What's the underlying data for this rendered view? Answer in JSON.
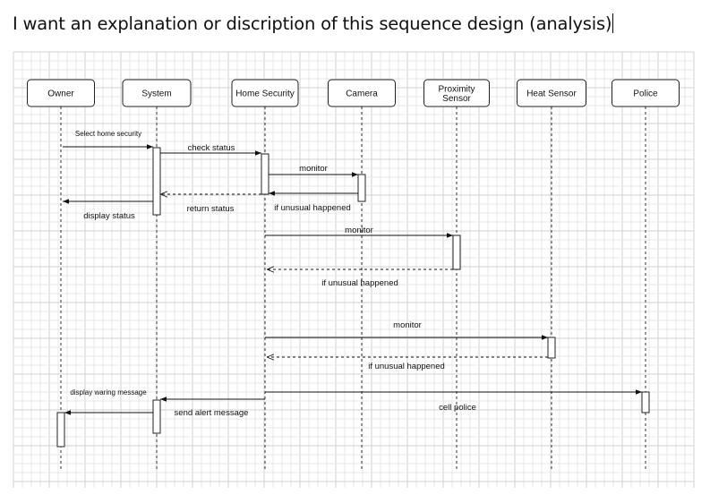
{
  "question": "I want an explanation or discription of this sequence design (analysis)",
  "actors": [
    {
      "name": "Owner"
    },
    {
      "name": "System"
    },
    {
      "name": "Home Security"
    },
    {
      "name": "Camera"
    },
    {
      "name": "Proximity\nSensor"
    },
    {
      "name": "Heat Sensor"
    },
    {
      "name": "Police"
    }
  ],
  "messages": [
    {
      "label": "Select home security",
      "from": "Owner",
      "to": "System",
      "style": "solid"
    },
    {
      "label": "check status",
      "from": "System",
      "to": "Home Security",
      "style": "solid"
    },
    {
      "label": "monitor",
      "from": "Home Security",
      "to": "Camera",
      "style": "solid"
    },
    {
      "label": "if unusual happened",
      "from": "Camera",
      "to": "Home Security",
      "style": "solid"
    },
    {
      "label": "return status",
      "from": "Home Security",
      "to": "System",
      "style": "dashed"
    },
    {
      "label": "display status",
      "from": "System",
      "to": "Owner",
      "style": "solid"
    },
    {
      "label": "monitor",
      "from": "Home Security",
      "to": "Proximity Sensor",
      "style": "solid"
    },
    {
      "label": "if unusual happened",
      "from": "Proximity Sensor",
      "to": "Home Security",
      "style": "dashed"
    },
    {
      "label": "monitor",
      "from": "Home Security",
      "to": "Heat Sensor",
      "style": "solid"
    },
    {
      "label": "if unusual happened",
      "from": "Heat Sensor",
      "to": "Home Security",
      "style": "dashed"
    },
    {
      "label": "cell police",
      "from": "Home Security",
      "to": "Police",
      "style": "solid"
    },
    {
      "label": "send alert message",
      "from": "Home Security",
      "to": "System",
      "style": "solid"
    },
    {
      "label": "display waring message",
      "from": "System",
      "to": "Owner",
      "style": "solid"
    }
  ]
}
